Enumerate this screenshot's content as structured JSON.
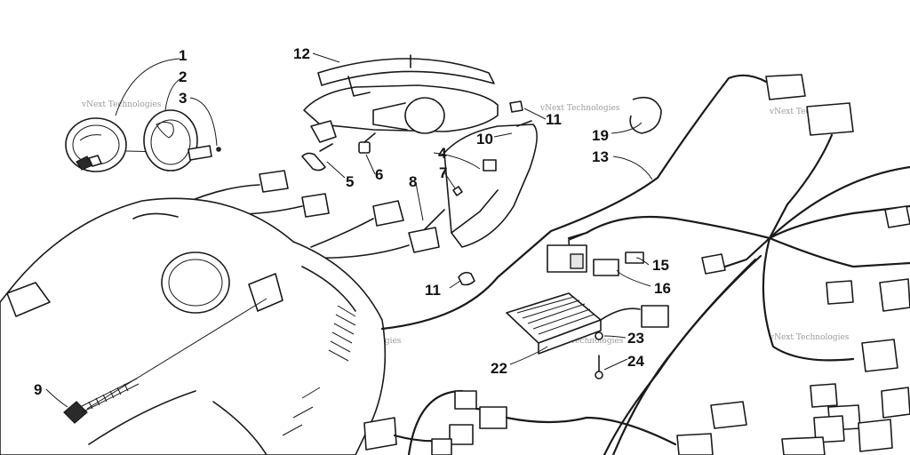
{
  "diagram": {
    "callouts": [
      {
        "id": "c1",
        "label": "1"
      },
      {
        "id": "c2",
        "label": "2"
      },
      {
        "id": "c3",
        "label": "3"
      },
      {
        "id": "c4",
        "label": "4"
      },
      {
        "id": "c5",
        "label": "5"
      },
      {
        "id": "c6",
        "label": "6"
      },
      {
        "id": "c7",
        "label": "7"
      },
      {
        "id": "c8",
        "label": "8"
      },
      {
        "id": "c9",
        "label": "9"
      },
      {
        "id": "c10",
        "label": "10"
      },
      {
        "id": "c11a",
        "label": "11"
      },
      {
        "id": "c11b",
        "label": "11"
      },
      {
        "id": "c12",
        "label": "12"
      },
      {
        "id": "c13",
        "label": "13"
      },
      {
        "id": "c15",
        "label": "15"
      },
      {
        "id": "c16",
        "label": "16"
      },
      {
        "id": "c19",
        "label": "19"
      },
      {
        "id": "c22",
        "label": "22"
      },
      {
        "id": "c23",
        "label": "23"
      },
      {
        "id": "c24",
        "label": "24"
      }
    ],
    "watermark": "vNext Technologies"
  }
}
